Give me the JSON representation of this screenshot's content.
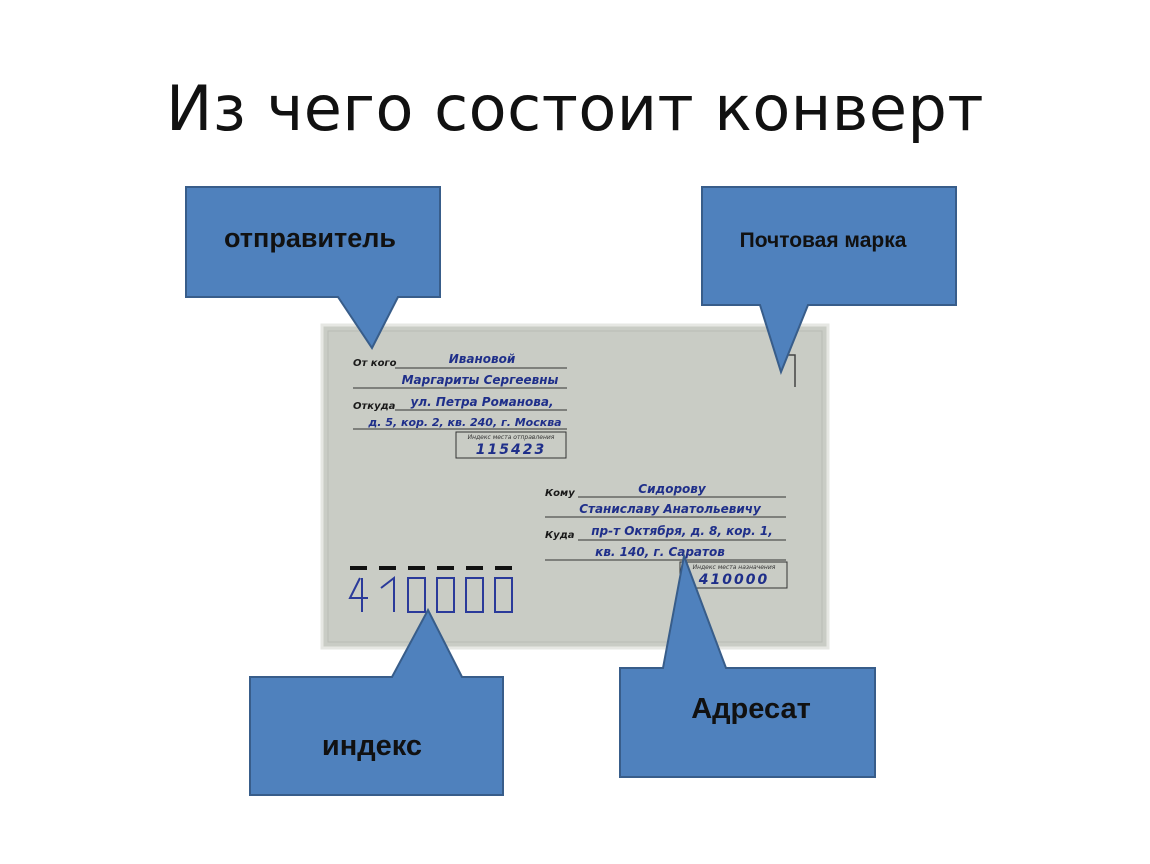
{
  "title": "Из чего состоит конверт",
  "callouts": {
    "sender": "отправитель",
    "stamp": "Почтовая марка",
    "index": "индекс",
    "recipient": "Адресат"
  },
  "envelope": {
    "from_label": "От кого",
    "from_line1": "Ивановой",
    "from_line2": "Маргариты Сергеевны",
    "from_where_label": "Откуда",
    "from_address1": "ул. Петра Романова,",
    "from_address2": "д. 5, кор. 2, кв. 240,  г. Москва",
    "from_index_label": "Индекс места отправления",
    "from_index": "115423",
    "to_label": "Кому",
    "to_line1": "Сидорову",
    "to_line2": "Станиславу Анатольевичу",
    "to_where_label": "Куда",
    "to_address1": "пр-т Октября, д. 8, кор. 1,",
    "to_address2": "кв. 140,  г. Саратов",
    "to_index_label": "Индекс места назначения",
    "to_index": "410000"
  },
  "colors": {
    "callout_fill": "#4f81bd",
    "callout_stroke": "#385d8a",
    "envelope_fill": "#c9ccc5"
  }
}
